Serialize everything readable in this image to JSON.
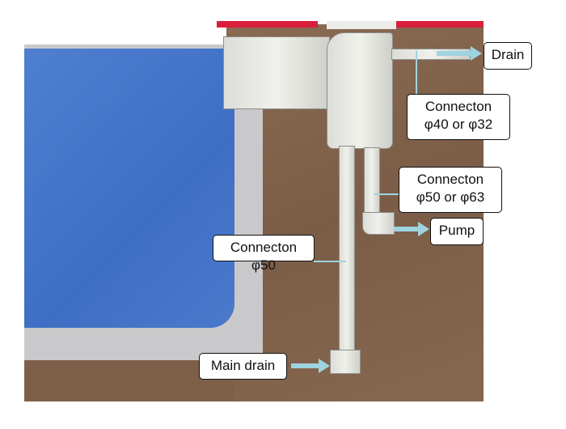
{
  "labels": {
    "drain": "Drain",
    "conn_top_line1": "Connecton",
    "conn_top_line2": "φ40 or φ32",
    "conn_mid_line1": "Connecton",
    "conn_mid_line2": "φ50 or φ63",
    "pump": "Pump",
    "conn_main": "Connecton φ50",
    "main_drain": "Main drain"
  },
  "colors": {
    "pool": "#4a79cc",
    "earth": "#7e604a",
    "rim": "#d8203c",
    "arrow": "#9ed3e0"
  }
}
